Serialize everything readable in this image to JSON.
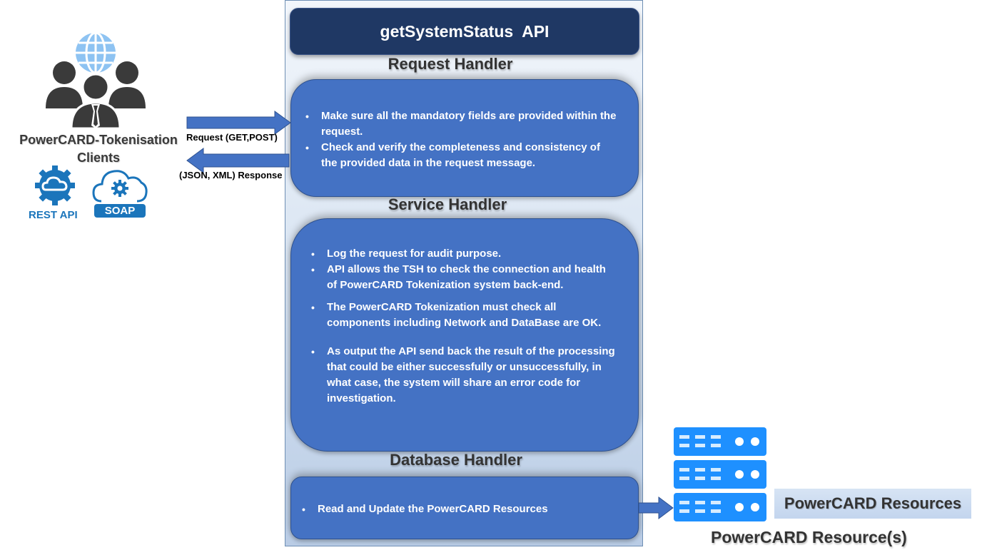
{
  "api": {
    "title": "getSystemStatus  API"
  },
  "request_handler": {
    "title": "Request Handler",
    "items": [
      "Make sure all the mandatory fields are provided within the request.",
      "Check and verify the completeness and consistency of the provided data in the request message."
    ]
  },
  "service_handler": {
    "title": "Service Handler",
    "items": [
      "Log the request for audit purpose.",
      "API allows the TSH to check the connection and health of PowerCARD Tokenization system back-end.",
      "The PowerCARD Tokenization must check all components including Network and DataBase are OK.",
      "As output the API send back the result of the processing that could be either successfully or unsuccessfully, in what case, the system will share an error code for investigation."
    ]
  },
  "database_handler": {
    "title": "Database Handler",
    "items": [
      "Read and Update the PowerCARD Resources"
    ]
  },
  "client": {
    "title_line1": "PowerCARD-Tokenisation",
    "title_line2": "Clients",
    "rest_label": "REST API",
    "soap_label": "SOAP"
  },
  "arrows": {
    "request_label": "Request (GET,POST)",
    "response_label": "(JSON, XML) Response"
  },
  "resources": {
    "badge": "PowerCARD Resources",
    "caption": "PowerCARD Resource(s)"
  },
  "colors": {
    "dark_navy": "#1f3864",
    "box_blue": "#4472c4",
    "icon_blue": "#1b75bb",
    "server_blue": "#1e90ff",
    "people_gray": "#3a3a3a"
  }
}
